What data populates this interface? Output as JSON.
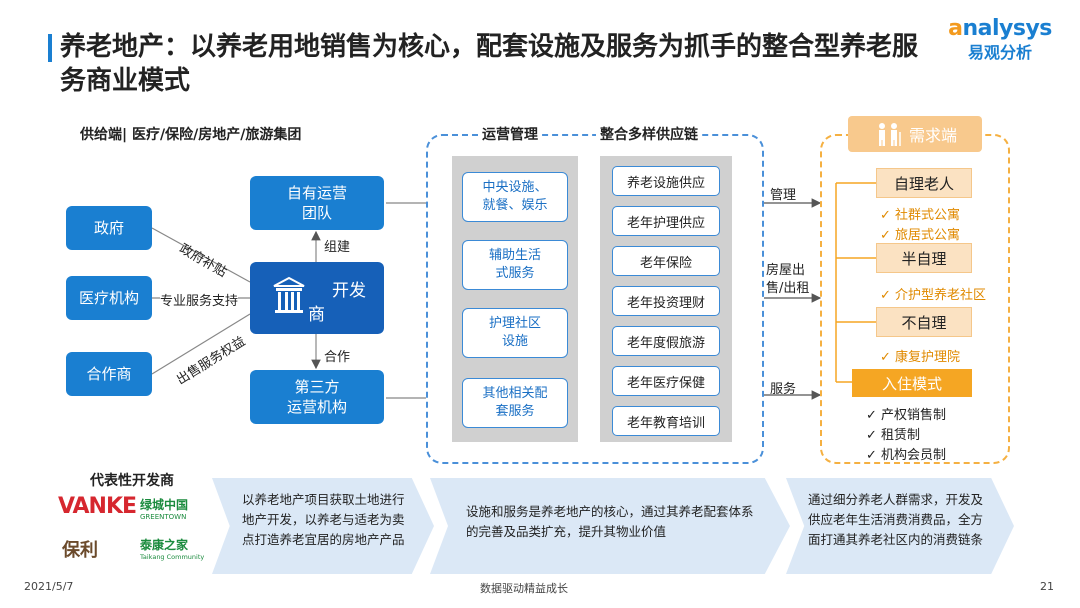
{
  "title": "养老地产：以养老用地销售为核心，配套设施及服务为抓手的整合型养老服务商业模式",
  "logo": {
    "en_prefix": "a",
    "en_rest": "nalysys",
    "cn": "易观分析"
  },
  "supply_side_label": "供给端| 医疗/保险/房地产/旅游集团",
  "left_entities": [
    "政府",
    "医疗机构",
    "合作商"
  ],
  "left_edge_labels": [
    "政府补贴",
    "专业服务支持",
    "出售服务权益"
  ],
  "developer": {
    "label_a": "开发",
    "label_b": "商"
  },
  "self_team": "自有运营\n团队",
  "third_party": "第三方\n运营机构",
  "edge_build": "组建",
  "edge_cooperate": "合作",
  "ops_header": "运营管理",
  "chain_header": "整合多样供应链",
  "ops_items": [
    "中央设施、\n就餐、娱乐",
    "辅助生活\n式服务",
    "护理社区\n设施",
    "其他相关配\n套服务"
  ],
  "chain_items": [
    "养老设施供应",
    "老年护理供应",
    "老年保险",
    "老年投资理财",
    "老年度假旅游",
    "老年医疗保健",
    "老年教育培训"
  ],
  "right_edge_labels": [
    "管理",
    "房屋出\n售/出租",
    "服务"
  ],
  "demand": {
    "header": "需求端",
    "groups": [
      {
        "name": "自理老人",
        "items": [
          "✓ 社群式公寓",
          "✓ 旅居式公寓"
        ]
      },
      {
        "name": "半自理",
        "items": [
          "✓ 介护型养老社区"
        ]
      },
      {
        "name": "不自理",
        "items": [
          "✓ 康复护理院"
        ]
      }
    ],
    "mode": {
      "name": "入住模式",
      "items": [
        "✓ 产权销售制",
        "✓ 租赁制",
        "✓ 机构会员制"
      ]
    }
  },
  "rep_label": "代表性开发商",
  "brands": [
    "VANKE",
    "绿城中国",
    "保利",
    "泰康之家"
  ],
  "brand_subs": [
    "GREENTOWN",
    "Taikang Community"
  ],
  "banners": [
    "以养老地产项目获取土地进行地产开发，以养老与适老为卖点打造养老宜居的房地产产品",
    "设施和服务是养老地产的核心，通过其养老配套体系的完善及品类扩充，提升其物业价值",
    "通过细分养老人群需求，开发及供应老年生活消费消费品，全方面打通其养老社区内的消费链条"
  ],
  "footer": {
    "date": "2021/5/7",
    "center": "数据驱动精益成长",
    "page": "21"
  },
  "colors": {
    "blue": "#1a7fd1",
    "dark_blue": "#1660b8",
    "orange": "#f5a623"
  }
}
